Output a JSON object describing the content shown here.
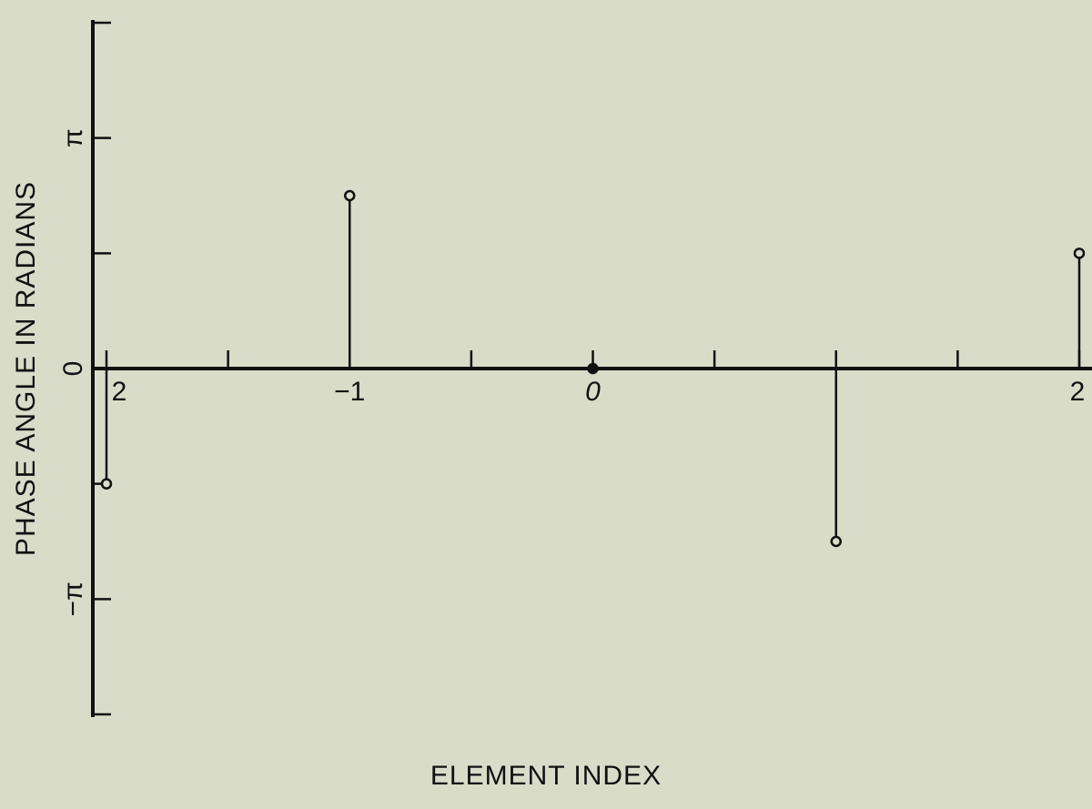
{
  "chart_data": {
    "type": "stem",
    "xlabel": "ELEMENT INDEX",
    "ylabel": "PHASE ANGLE IN RADIANS",
    "xlim": [
      -2,
      2
    ],
    "ylim": [
      -1.5,
      1.5
    ],
    "x_ticks": [
      -2,
      -1.5,
      -1,
      -0.5,
      0,
      0.5,
      1,
      1.5,
      2
    ],
    "x_tick_labels": [
      {
        "value": -2,
        "label": "2"
      },
      {
        "value": -1,
        "label": "−1"
      },
      {
        "value": 0,
        "label": "0"
      },
      {
        "value": 1,
        "label": ""
      },
      {
        "value": 2,
        "label": "2"
      }
    ],
    "y_ticks": [
      -1.5,
      -1,
      -0.5,
      0,
      0.5,
      1,
      1.5
    ],
    "y_tick_labels": [
      {
        "value": 1,
        "label": "π"
      },
      {
        "value": 0,
        "label": "0"
      },
      {
        "value": -1,
        "label": "−π"
      }
    ],
    "y_unit": "π radians",
    "points": [
      {
        "x": -2,
        "y": -0.5
      },
      {
        "x": -1,
        "y": 0.75
      },
      {
        "x": 0,
        "y": 0.0
      },
      {
        "x": 1,
        "y": -0.75
      },
      {
        "x": 2,
        "y": 0.5
      }
    ],
    "grid": false
  }
}
